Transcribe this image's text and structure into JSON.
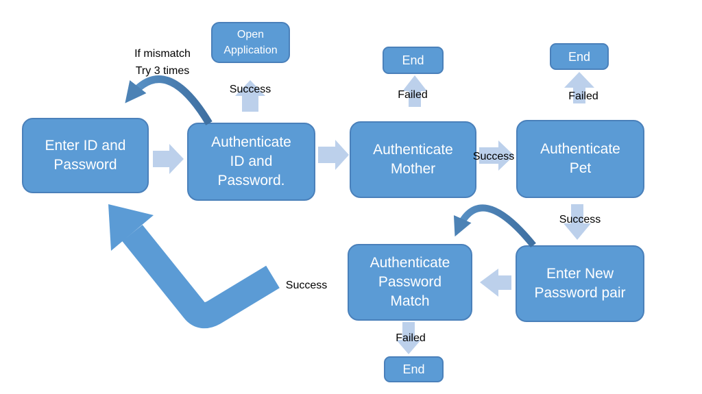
{
  "nodes": {
    "enter_id": {
      "label": "Enter ID and\nPassword"
    },
    "auth_id": {
      "label": "Authenticate\nID and\nPassword."
    },
    "auth_mother": {
      "label": "Authenticate\nMother"
    },
    "auth_pet": {
      "label": "Authenticate\nPet"
    },
    "open_app": {
      "label": "Open\nApplication"
    },
    "end_mother": {
      "label": "End"
    },
    "end_pet": {
      "label": "End"
    },
    "auth_match": {
      "label": "Authenticate\nPassword\nMatch"
    },
    "enter_new": {
      "label": "Enter New\nPassword pair"
    },
    "end_match": {
      "label": "End"
    }
  },
  "edge_labels": {
    "if_mismatch": "If mismatch\nTry 3 times",
    "success_open": "Success",
    "failed_mother": "Failed",
    "failed_pet": "Failed",
    "success_mother_pet": "Success",
    "success_pet_new": "Success",
    "success_restart": "Success",
    "failed_match": "Failed"
  },
  "colors": {
    "node_fill": "#5b9bd5",
    "node_border": "#4a80ba",
    "node_text": "#ffffff",
    "light_arrow": "#bcd0eb",
    "dark_arrow": "#41719c",
    "label_text": "#000000",
    "background": "#ffffff"
  }
}
